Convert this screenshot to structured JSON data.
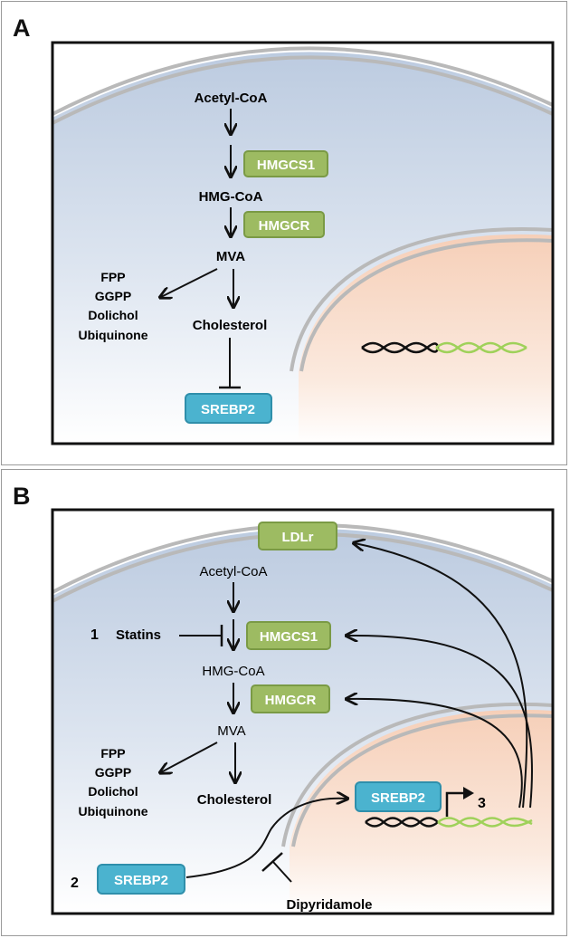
{
  "panel_a": {
    "label": "A",
    "metabolites": {
      "acetyl_coa": "Acetyl-CoA",
      "hmg_coa": "HMG-CoA",
      "mva": "MVA",
      "cholesterol": "Cholesterol",
      "branch": [
        "FPP",
        "GGPP",
        "Dolichol",
        "Ubiquinone"
      ]
    },
    "enzymes": {
      "hmgcs1": "HMGCS1",
      "hmgcr": "HMGCR"
    },
    "transcription_factor": "SREBP2"
  },
  "panel_b": {
    "label": "B",
    "receptor": "LDLr",
    "metabolites": {
      "acetyl_coa": "Acetyl-CoA",
      "hmg_coa": "HMG-CoA",
      "mva": "MVA",
      "cholesterol": "Cholesterol",
      "branch": [
        "FPP",
        "GGPP",
        "Dolichol",
        "Ubiquinone"
      ]
    },
    "enzymes": {
      "hmgcs1": "HMGCS1",
      "hmgcr": "HMGCR"
    },
    "statins": {
      "number": "1",
      "label": "Statins"
    },
    "srebp2_cytoplasm": {
      "number": "2",
      "label": "SREBP2"
    },
    "srebp2_nucleus": {
      "number": "3",
      "label": "SREBP2"
    },
    "dipyridamole": "Dipyridamole"
  },
  "colors": {
    "enzyme_fill": "#9dbb62",
    "enzyme_border": "#7a9a45",
    "tf_fill": "#4bb3cf",
    "tf_border": "#2f8fab",
    "membrane": "#b9b9b9",
    "dna_dark": "#111111",
    "dna_green": "#9fd15a"
  }
}
